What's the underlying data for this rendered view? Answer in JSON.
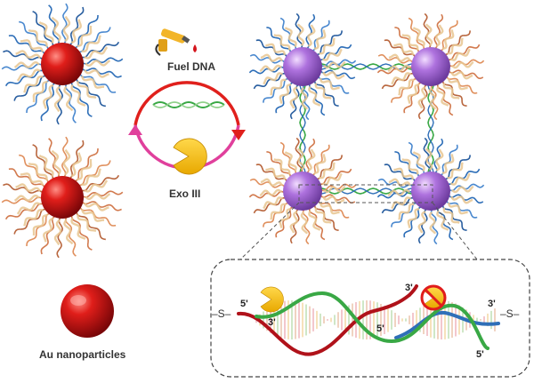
{
  "labels": {
    "fuel_dna": "Fuel DNA",
    "exo_iii": "Exo III",
    "au_nanoparticles": "Au nanoparticles",
    "prime5_a": "5'",
    "prime3_a": "3'",
    "prime3_b": "3'",
    "prime5_b": "5'",
    "prime3_c": "3'",
    "prime5_c": "5'",
    "s_left": "–S–",
    "s_right": "–S–"
  },
  "colors": {
    "gold_particle": "#cc1010",
    "assembly_particle": "#a86cd8",
    "cycle_top": "#e0201c",
    "cycle_bottom": "#e0409c",
    "blue_strand": "#2f6fb8",
    "orange_strand": "#d27a4e",
    "green_strand": "#39a845",
    "red_strand": "#b0121a",
    "pacman": "#f6bd0c"
  },
  "icons": [
    "fuel-pump-icon",
    "pacman-exo-icon",
    "no-symbol-icon"
  ]
}
